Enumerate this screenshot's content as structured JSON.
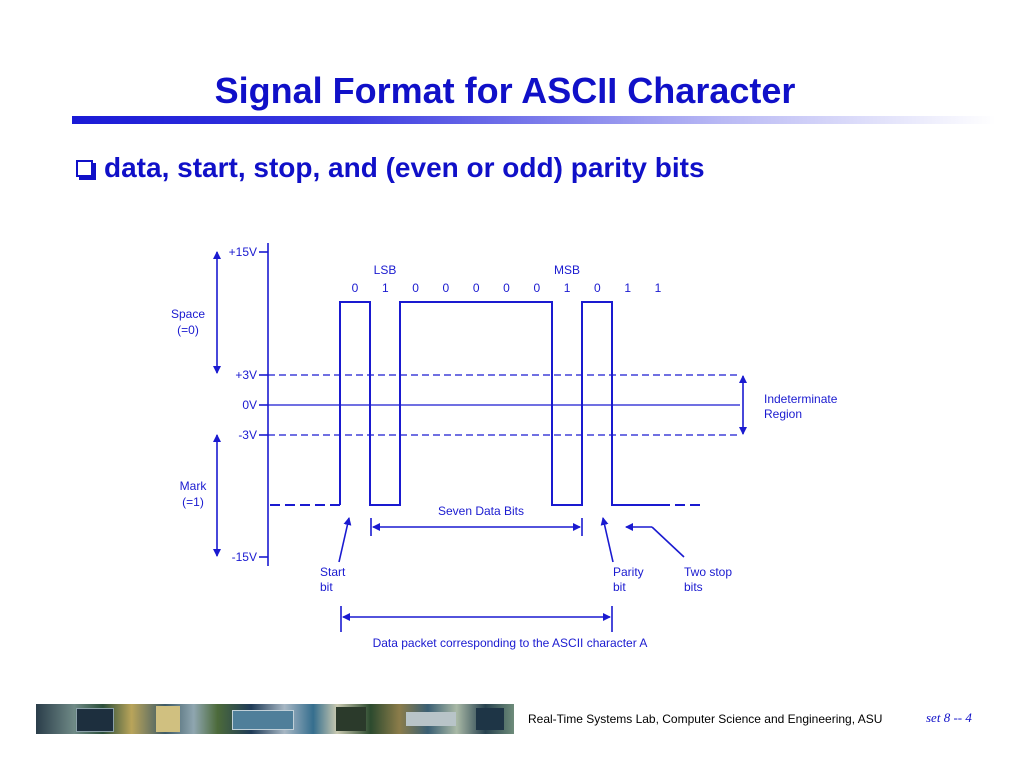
{
  "title": "Signal Format for ASCII Character",
  "bullet": "data, start, stop, and (even or odd) parity bits",
  "diagram": {
    "voltage_labels": [
      "+15V",
      "+3V",
      "0V",
      "-3V",
      "-15V"
    ],
    "space_label": [
      "Space",
      "(=0)"
    ],
    "mark_label": [
      "Mark",
      "(=1)"
    ],
    "lsb": "LSB",
    "msb": "MSB",
    "bits": [
      "0",
      "1",
      "0",
      "0",
      "0",
      "0",
      "0",
      "1",
      "0",
      "1",
      "1"
    ],
    "indeterminate": [
      "Indeterminate",
      "Region"
    ],
    "seven_data_bits": "Seven Data Bits",
    "start_bit": [
      "Start",
      "bit"
    ],
    "parity_bit": [
      "Parity",
      "bit"
    ],
    "two_stop_bits": [
      "Two stop",
      "bits"
    ],
    "packet_caption": "Data packet corresponding to the ASCII character A",
    "color": "#1a1ad0"
  },
  "footer": {
    "text": "Real-Time Systems Lab, Computer Science and Engineering, ASU",
    "page": "set 8 -- 4"
  }
}
